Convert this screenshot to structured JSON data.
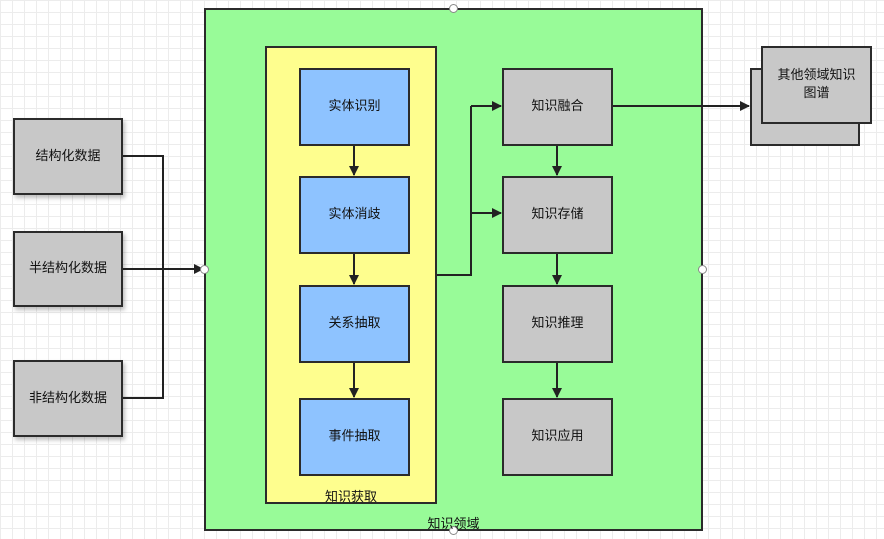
{
  "inputs": {
    "structured": "结构化数据",
    "semi_structured": "半结构化数据",
    "unstructured": "非结构化数据"
  },
  "domain": {
    "label": "知识领域"
  },
  "acquisition": {
    "label": "知识获取",
    "steps": [
      "实体识别",
      "实体消歧",
      "关系抽取",
      "事件抽取"
    ]
  },
  "processing": {
    "steps": [
      "知识融合",
      "知识存储",
      "知识推理",
      "知识应用"
    ]
  },
  "external": {
    "label_line1": "其他领域知识",
    "label_line2": "图谱"
  },
  "colors": {
    "domain_fill": "#98fb98",
    "acquisition_fill": "#fefe8e",
    "step_fill": "#8ec3ff",
    "node_fill": "#c8c8c8"
  }
}
